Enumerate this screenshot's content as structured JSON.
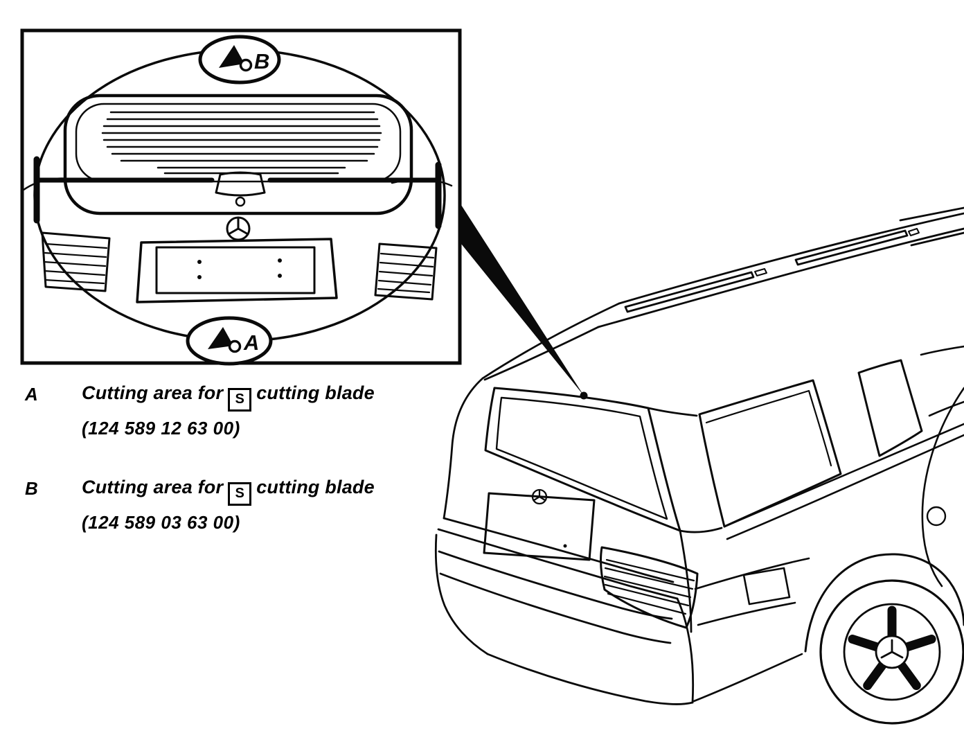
{
  "figure": {
    "type": "service-manual-cutting-diagram",
    "inset": {
      "callouts": {
        "top": {
          "label": "B"
        },
        "bottom": {
          "label": "A"
        }
      }
    },
    "annotations": [
      {
        "key": "A",
        "text_before_icon": "Cutting area for",
        "icon": "S",
        "text_after_icon": "cutting blade",
        "part_number": "(124 589 12 63 00)"
      },
      {
        "key": "B",
        "text_before_icon": "Cutting area for",
        "icon": "S",
        "text_after_icon": "cutting blade",
        "part_number": "(124 589 03 63 00)"
      }
    ]
  }
}
